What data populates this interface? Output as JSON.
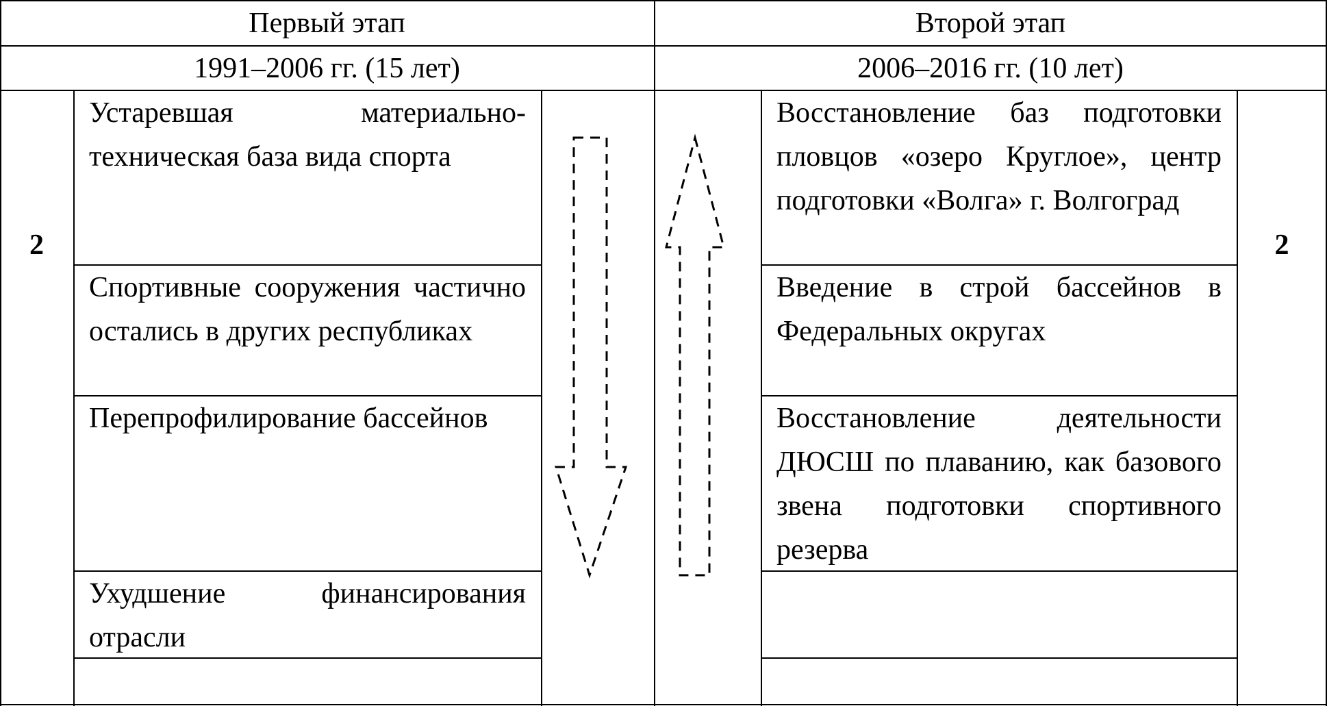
{
  "header": {
    "stage1_title": "Первый этап",
    "stage2_title": "Второй этап",
    "stage1_period": "1991–2006 гг. (15 лет)",
    "stage2_period": "2006–2016 гг. (10 лет)"
  },
  "left": {
    "number": "2",
    "items": [
      "Устаревшая материально-техническая база вида спорта",
      "Спортивные сооружения частично остались в других республиках",
      "Перепрофилирование бассейнов",
      "Ухудшение финансирования отрасли",
      ""
    ],
    "arrow": "arrow-down-dashed"
  },
  "right": {
    "number": "2",
    "items": [
      "Восстановление баз подготовки пловцов «озеро Круглое», центр подготовки «Волга» г. Волгоград",
      "Введение в строй бассейнов в Федеральных округах",
      "Восстановление деятельности ДЮСШ по плаванию, как базового звена подготовки спортивного резерва",
      "",
      ""
    ],
    "arrow": "arrow-up-dashed"
  }
}
